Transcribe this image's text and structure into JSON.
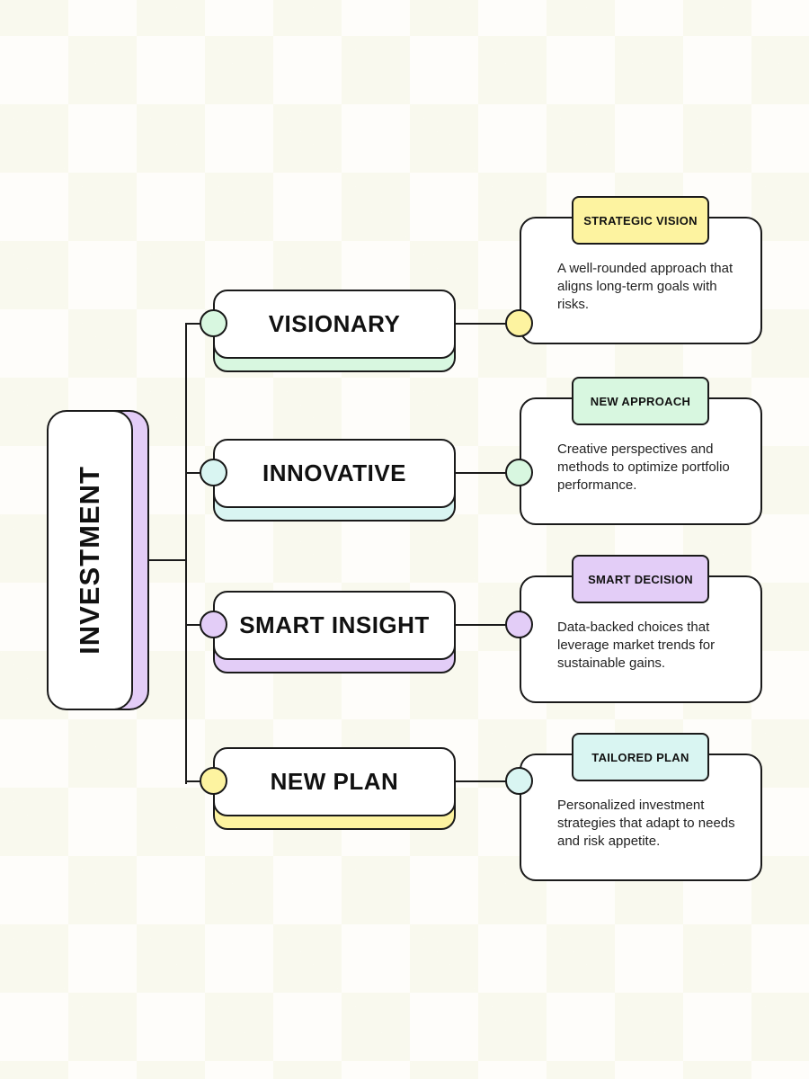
{
  "root": {
    "label": "INVESTMENT",
    "color": "#e3cdf7"
  },
  "branches": [
    {
      "label": "VISIONARY",
      "color": "#d8f7e0",
      "tag": "STRATEGIC VISION",
      "tag_color": "#fdf3a0",
      "dot_color": "#fdf3a0",
      "description": "A well-rounded approach that aligns long-term goals with risks."
    },
    {
      "label": "INNOVATIVE",
      "color": "#d9f5f2",
      "tag": "NEW APPROACH",
      "tag_color": "#d8f7e0",
      "dot_color": "#d8f7e0",
      "description": "Creative perspectives and methods to optimize portfolio performance."
    },
    {
      "label": "SMART INSIGHT",
      "color": "#e3cdf7",
      "tag": "SMART DECISION",
      "tag_color": "#e3cdf7",
      "dot_color": "#e3cdf7",
      "description": "Data-backed choices that leverage market trends for sustainable gains."
    },
    {
      "label": "NEW PLAN",
      "color": "#fdf3a0",
      "tag": "TAILORED PLAN",
      "tag_color": "#d9f5f2",
      "dot_color": "#d9f5f2",
      "description": "Personalized investment strategies that adapt to needs and risk appetite."
    }
  ]
}
